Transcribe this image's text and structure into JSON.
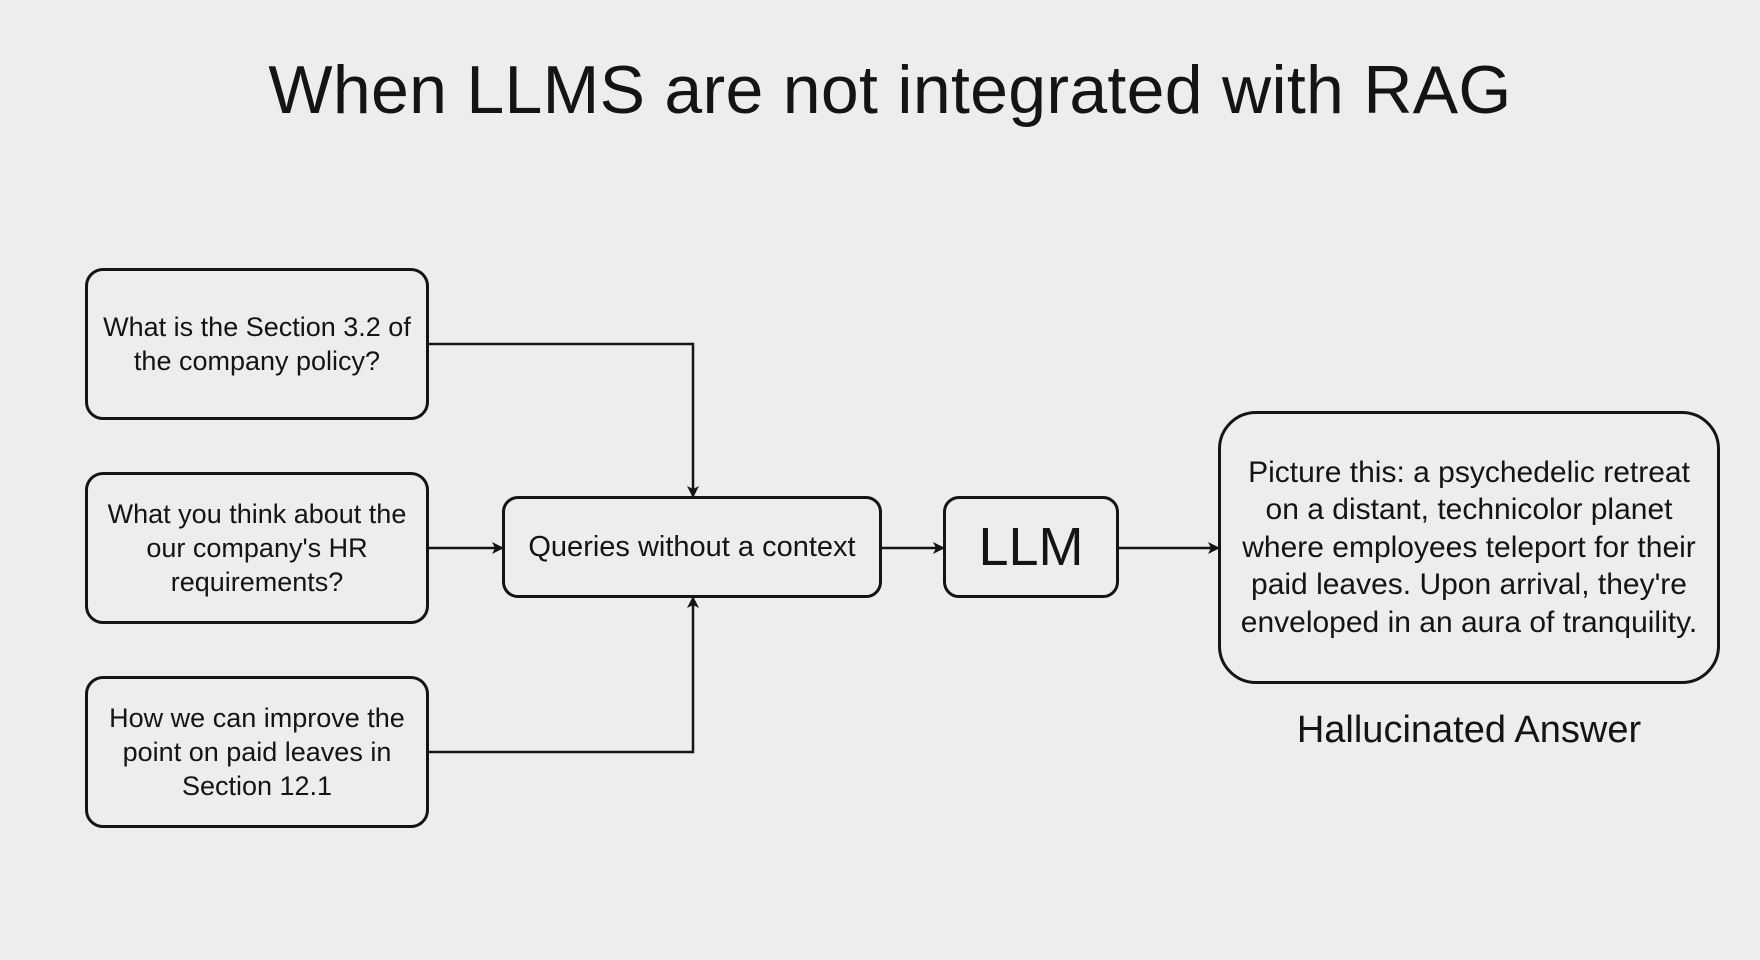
{
  "title": "When LLMS are not integrated with RAG",
  "queries": [
    {
      "text": "What is the Section 3.2 of the company policy?"
    },
    {
      "text": "What you think about the our company's HR requirements?"
    },
    {
      "text": "How we can improve the point on paid leaves in Section 12.1"
    }
  ],
  "center_node": {
    "text": "Queries without a context"
  },
  "llm_node": {
    "text": "LLM"
  },
  "answer": {
    "text": "Picture this: a psychedelic retreat on a distant, technicolor planet where employees teleport for their paid leaves. Upon arrival, they're enveloped in an aura of tranquility.",
    "label": "Hallucinated Answer"
  },
  "colors": {
    "background": "#ededed",
    "stroke": "#141414"
  }
}
